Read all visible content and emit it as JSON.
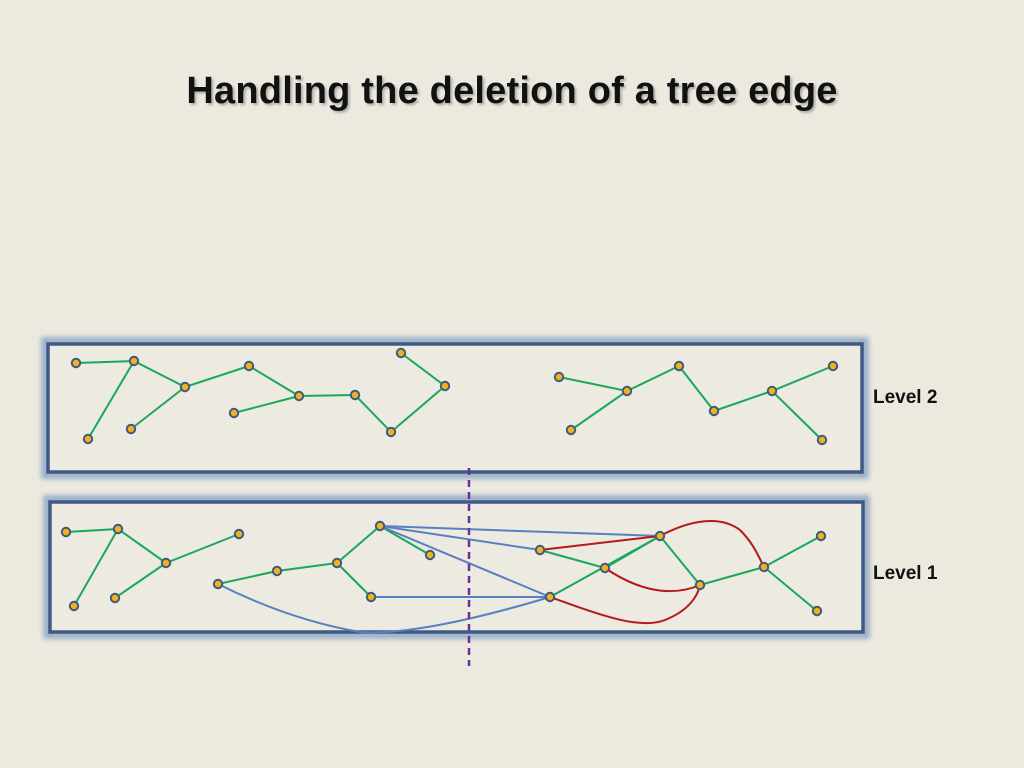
{
  "slide": {
    "title": "Handling the deletion of a tree edge"
  },
  "levels": [
    {
      "label": "Level 2"
    },
    {
      "label": "Level 1"
    }
  ],
  "colors": {
    "background": "#ece9df",
    "box_border": "#3d5a82",
    "box_fill": "#edeae1",
    "tree_edge": "#1aa85a",
    "non_tree_edge": "#5880c0",
    "highlight_edge": "#b51a1a",
    "cut_line": "#6a2f9a",
    "node_fill": "#f4b21a",
    "node_border": "#3d5a82"
  },
  "legend_icons": {
    "node": "vertex-dot-icon",
    "cut": "dashed-cut-line-icon"
  }
}
